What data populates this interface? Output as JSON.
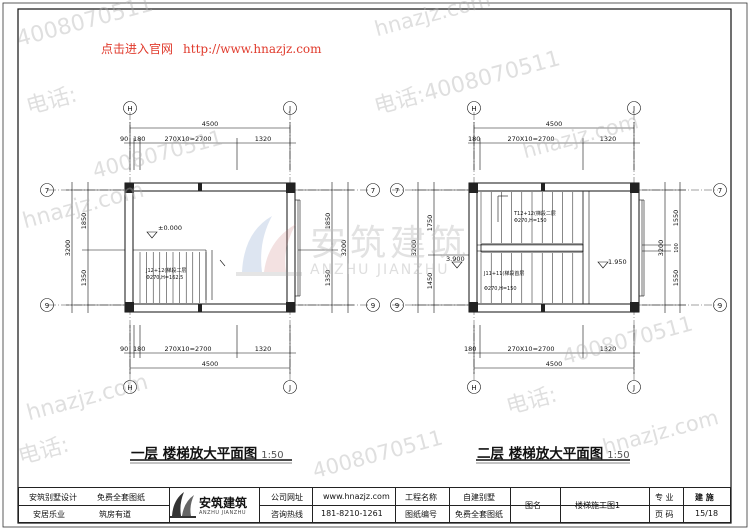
{
  "promo": {
    "text": "点击进入官网",
    "url": "http://www.hnazjz.com"
  },
  "watermarks": {
    "phone_label": "电话:",
    "phone_number": "4008070511",
    "site": "hnazjz.com",
    "logo_cn": "安筑建筑",
    "logo_en": "ANZHU JIANZHU"
  },
  "axes": {
    "h": "H",
    "j": "J",
    "seven": "7",
    "nine": "9"
  },
  "plan1": {
    "title": "一层  楼梯放大平面图",
    "scale": "1:50",
    "dim_total": "4500",
    "dim_a": "90",
    "dim_b": "180",
    "dim_run": "270X10=2700",
    "dim_landing": "1320",
    "dim_left_total": "3200",
    "dim_left_top": "1850",
    "dim_left_bottom": "1350",
    "dim_right_total": "3200",
    "dim_right_top": "1850",
    "dim_right_bottom": "1350",
    "level": "±0.000",
    "note_line1": "J12+12(梯段二层",
    "note_line2": "Φ270,H=162.5"
  },
  "plan2": {
    "title": "二层  楼梯放大平面图",
    "scale": "1:50",
    "dim_total": "4500",
    "dim_b": "180",
    "dim_run": "270X10=2700",
    "dim_landing": "1320",
    "dim_left_total": "3200",
    "dim_left_top": "1750",
    "dim_left_bottom": "1450",
    "dim_right_total": "3200",
    "dim_right_top": "1550",
    "dim_right_mid": "100",
    "dim_right_bottom": "1550",
    "level_left": "3.900",
    "level_right": "1.950",
    "note_top_line1": "T12+12(梯段二层",
    "note_top_line2": "Φ270,H=150",
    "note_bot_line1": "J11+11(梯段首层",
    "note_bot_line2": "Φ270,H=150"
  },
  "title_block": {
    "design_label": "安筑别墅设计",
    "design_value": "免费全套图纸",
    "motto_label": "安居乐业",
    "motto_value": "筑房有道",
    "company_name": "安筑建筑",
    "company_sub": "ANZHU JIANZHU",
    "website_label": "公司网址",
    "website_value": "www.hnazjz.com",
    "hotline_label": "咨询热线",
    "hotline_value": "181-8210-1261",
    "project_label": "工程名称",
    "project_value": "自建别墅",
    "number_label": "图纸编号",
    "number_value": "免费全套图纸",
    "drawing_label": "图名",
    "drawing_value": "楼梯施工图1",
    "discipline_label": "专  业",
    "discipline_value": "建 施",
    "page_label": "页  码",
    "page_value": "15/18"
  },
  "colors": {
    "promo": "#e03a2c",
    "line": "#111111",
    "watermark": "#b0b0b0"
  }
}
